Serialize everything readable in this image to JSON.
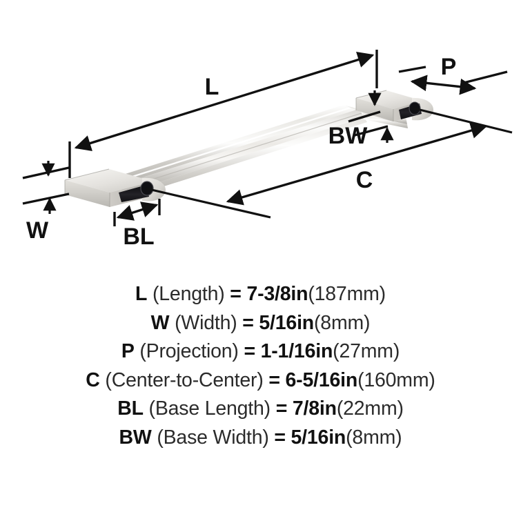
{
  "product": {
    "type": "appliance-pull-handle",
    "finish": "satin-nickel",
    "view": "3d-isometric-technical-drawing"
  },
  "diagram": {
    "labels": {
      "length": "L",
      "width": "W",
      "projection": "P",
      "center_to_center": "C",
      "base_length": "BL",
      "base_width": "BW"
    }
  },
  "specs": [
    {
      "code": "L",
      "name": "(Length)",
      "eq": "=",
      "imperial": "7-3/8in",
      "metric": "(187mm)"
    },
    {
      "code": "W",
      "name": "(Width)",
      "eq": "=",
      "imperial": "5/16in",
      "metric": "(8mm)"
    },
    {
      "code": "P",
      "name": "(Projection)",
      "eq": "=",
      "imperial": "1-1/16in",
      "metric": "(27mm)"
    },
    {
      "code": "C",
      "name": "(Center-to-Center)",
      "eq": "=",
      "imperial": "6-5/16in",
      "metric": "(160mm)"
    },
    {
      "code": "BL",
      "name": "(Base Length)",
      "eq": "=",
      "imperial": "7/8in",
      "metric": "(22mm)"
    },
    {
      "code": "BW",
      "name": "(Base Width)",
      "eq": "=",
      "imperial": "5/16in",
      "metric": "(8mm)"
    }
  ],
  "colors": {
    "background": "#ffffff",
    "line": "#111111",
    "text": "#1a1a1a",
    "metal_light": "#f2f1ee",
    "metal_mid": "#d6d4cf",
    "metal_dark": "#a9a7a2",
    "cavity": "#17161a"
  }
}
